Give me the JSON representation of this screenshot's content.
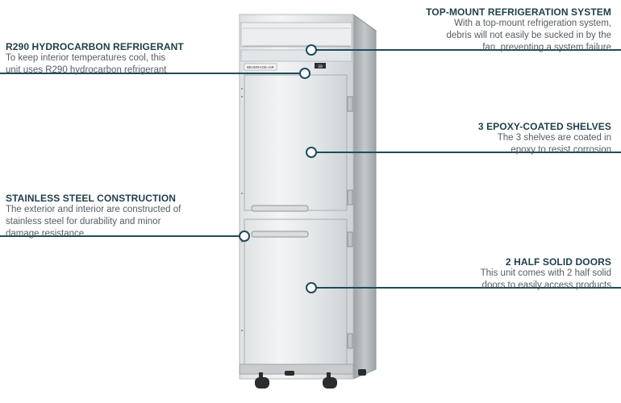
{
  "brand": {
    "logo_text": "BEVERAGE-AIR",
    "display_text": "38"
  },
  "colors": {
    "accent": "#1f4b5a",
    "title": "#1f3d4a",
    "body_text": "#555d62",
    "steel_light": "#eef0f1",
    "steel_dark": "#a7acaf"
  },
  "callouts": [
    {
      "id": "top-mount",
      "title": "TOP-MOUNT REFRIGERATION SYSTEM",
      "lines": [
        "With a top-mount refrigeration system,",
        "debris will not easily be sucked in by the",
        "fan, preventing a system failure"
      ]
    },
    {
      "id": "refrigerant",
      "title": "R290 HYDROCARBON REFRIGERANT",
      "lines": [
        "To keep interior temperatures cool, this",
        "unit uses R290 hydrocarbon refrigerant"
      ]
    },
    {
      "id": "shelves",
      "title": "3 EPOXY-COATED SHELVES",
      "lines": [
        "The 3 shelves are coated in",
        "epoxy to resist corrosion"
      ]
    },
    {
      "id": "steel",
      "title": "STAINLESS STEEL CONSTRUCTION",
      "lines": [
        "The exterior and interior are constructed of",
        "stainless steel for durability and minor",
        "damage resistance"
      ]
    },
    {
      "id": "doors",
      "title": "2 HALF SOLID DOORS",
      "lines": [
        "This unit comes with 2 half solid",
        "doors to easily access products"
      ]
    }
  ]
}
